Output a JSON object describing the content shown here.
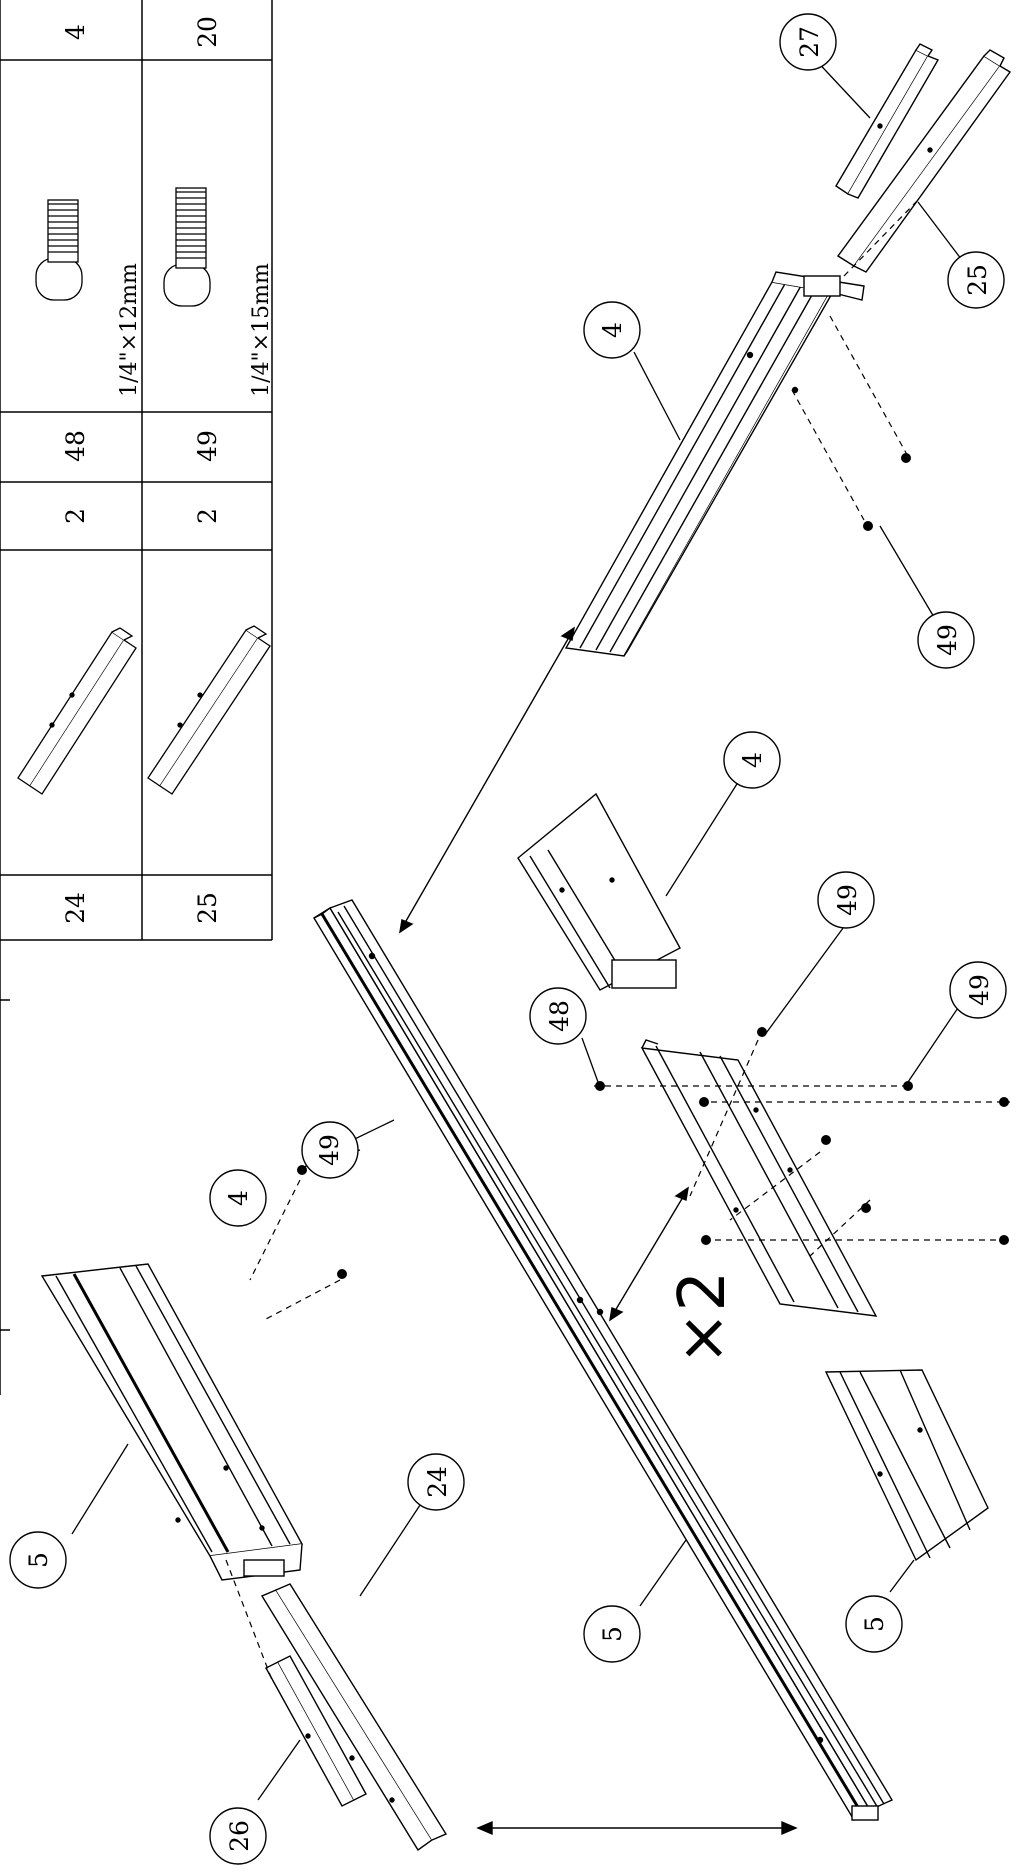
{
  "parts_table": {
    "rows": [
      {
        "id": "24",
        "qty": "2",
        "screw_id": "48",
        "screw_size": "1/4\"×12mm",
        "screw_qty": "4"
      },
      {
        "id": "25",
        "qty": "2",
        "screw_id": "49",
        "screw_size": "1/4\"×15mm",
        "screw_qty": "20"
      }
    ]
  },
  "multiplier": "×2",
  "callouts": {
    "c27": "27",
    "c25a": "25",
    "c4a": "4",
    "c49a": "49",
    "c4b": "4",
    "c49b": "49",
    "c48": "48",
    "c49c": "49",
    "c49d": "49",
    "c4c": "4",
    "c5a": "5",
    "c24": "24",
    "c26": "26",
    "c5b": "5",
    "c5c": "5"
  }
}
